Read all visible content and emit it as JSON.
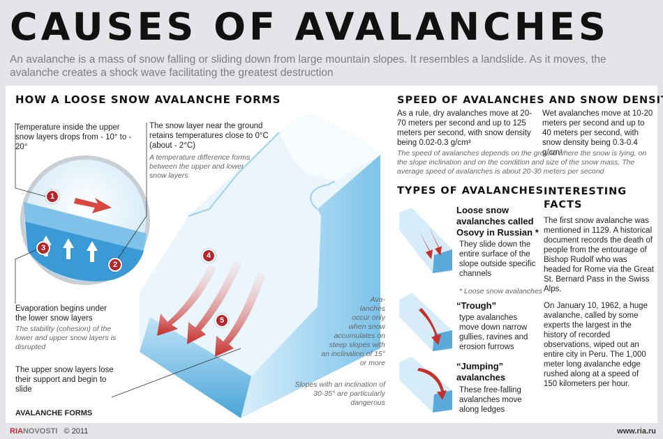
{
  "header": {
    "title": "CAUSES OF AVALANCHES",
    "intro": "An avalanche is a mass of snow falling or sliding down from large mountain slopes. It resembles a landslide. As it moves, the avalanche creates a shock wave facilitating the greatest destruction"
  },
  "formation": {
    "heading": "HOW A LOOSE SNOW AVALANCHE FORMS",
    "note_temp_upper": "Temperature inside the upper snow layers drops from - 10° to - 20°",
    "note_ground_layer": "The snow layer near the ground retains temperatures close to 0°C (about - 2°C)",
    "note_difference": "A temperature difference forms between the upper and lower snow layers",
    "note_evaporation": "Evaporation begins under the lower snow layers",
    "note_stability": "The stability (cohesion) of the lower and upper snow layers is disrupted",
    "note_support": "The upper snow layers lose their support and begin to slide",
    "forms_label": "AVALANCHE FORMS",
    "note_occur": "Ava-\nlanches\noccur only\nwhen snow\naccumulates on\nsteep slopes with\nan inclination of 15°\nor more",
    "note_dangerous": "Slopes with an inclination of 30-35° are particularly dangerous",
    "markers": [
      "1",
      "2",
      "3",
      "4",
      "5"
    ]
  },
  "speed": {
    "heading": "SPEED OF AVALANCHES AND SNOW DENSITY",
    "dry": "As a rule, dry avalanches move at 20-70 meters per second and up to 125 meters per second, with snow density being 0.02-0.3 g/cm³",
    "wet": "Wet avalanches move at 10-20 meters per second and up to 40 meters per second, with snow density being 0.3-0.4 g/cm³",
    "note": "The speed of avalanches depends on the ground where the snow is lying, on the slope inclination and on the condition and size of the snow mass. The average speed of avalanches is about 20-30 meters per second"
  },
  "types": {
    "heading": "TYPES OF AVALANCHES",
    "items": [
      {
        "title": "Loose snow avalanches called Osovy in Russian *",
        "desc": "They slide down the entire surface of the slope outside specific channels",
        "footnote": "* Loose snow avalanches"
      },
      {
        "title": "“Trough”",
        "desc": "type avalanches move down narrow gullies, ravines and erosion furrows"
      },
      {
        "title": "“Jumping” avalanches",
        "desc": "These free-falling avalanches move along ledges"
      }
    ]
  },
  "facts": {
    "heading": "INTERESTING FACTS",
    "p1": "The first snow avalanche was mentioned in 1129. A historical document records the death of people from the entourage of Bishop Rudolf who was headed for Rome via the Great St. Bernard Pass in the Swiss Alps.",
    "p2": "On January 10, 1962, a huge avalanche, called by some experts the largest in the history of recorded observations, wiped out an entire city in Peru. The 1,000 meter long avalanche edge rushed along at a speed of 150 kilometers per hour."
  },
  "footer": {
    "brand_ria": "RIA",
    "brand_novosti": "NOVOSTI",
    "copyright": "© 2011",
    "site": "www.ria.ru"
  },
  "colors": {
    "accent_red": "#b5262a",
    "ice_blue": "#5bb4e3"
  }
}
